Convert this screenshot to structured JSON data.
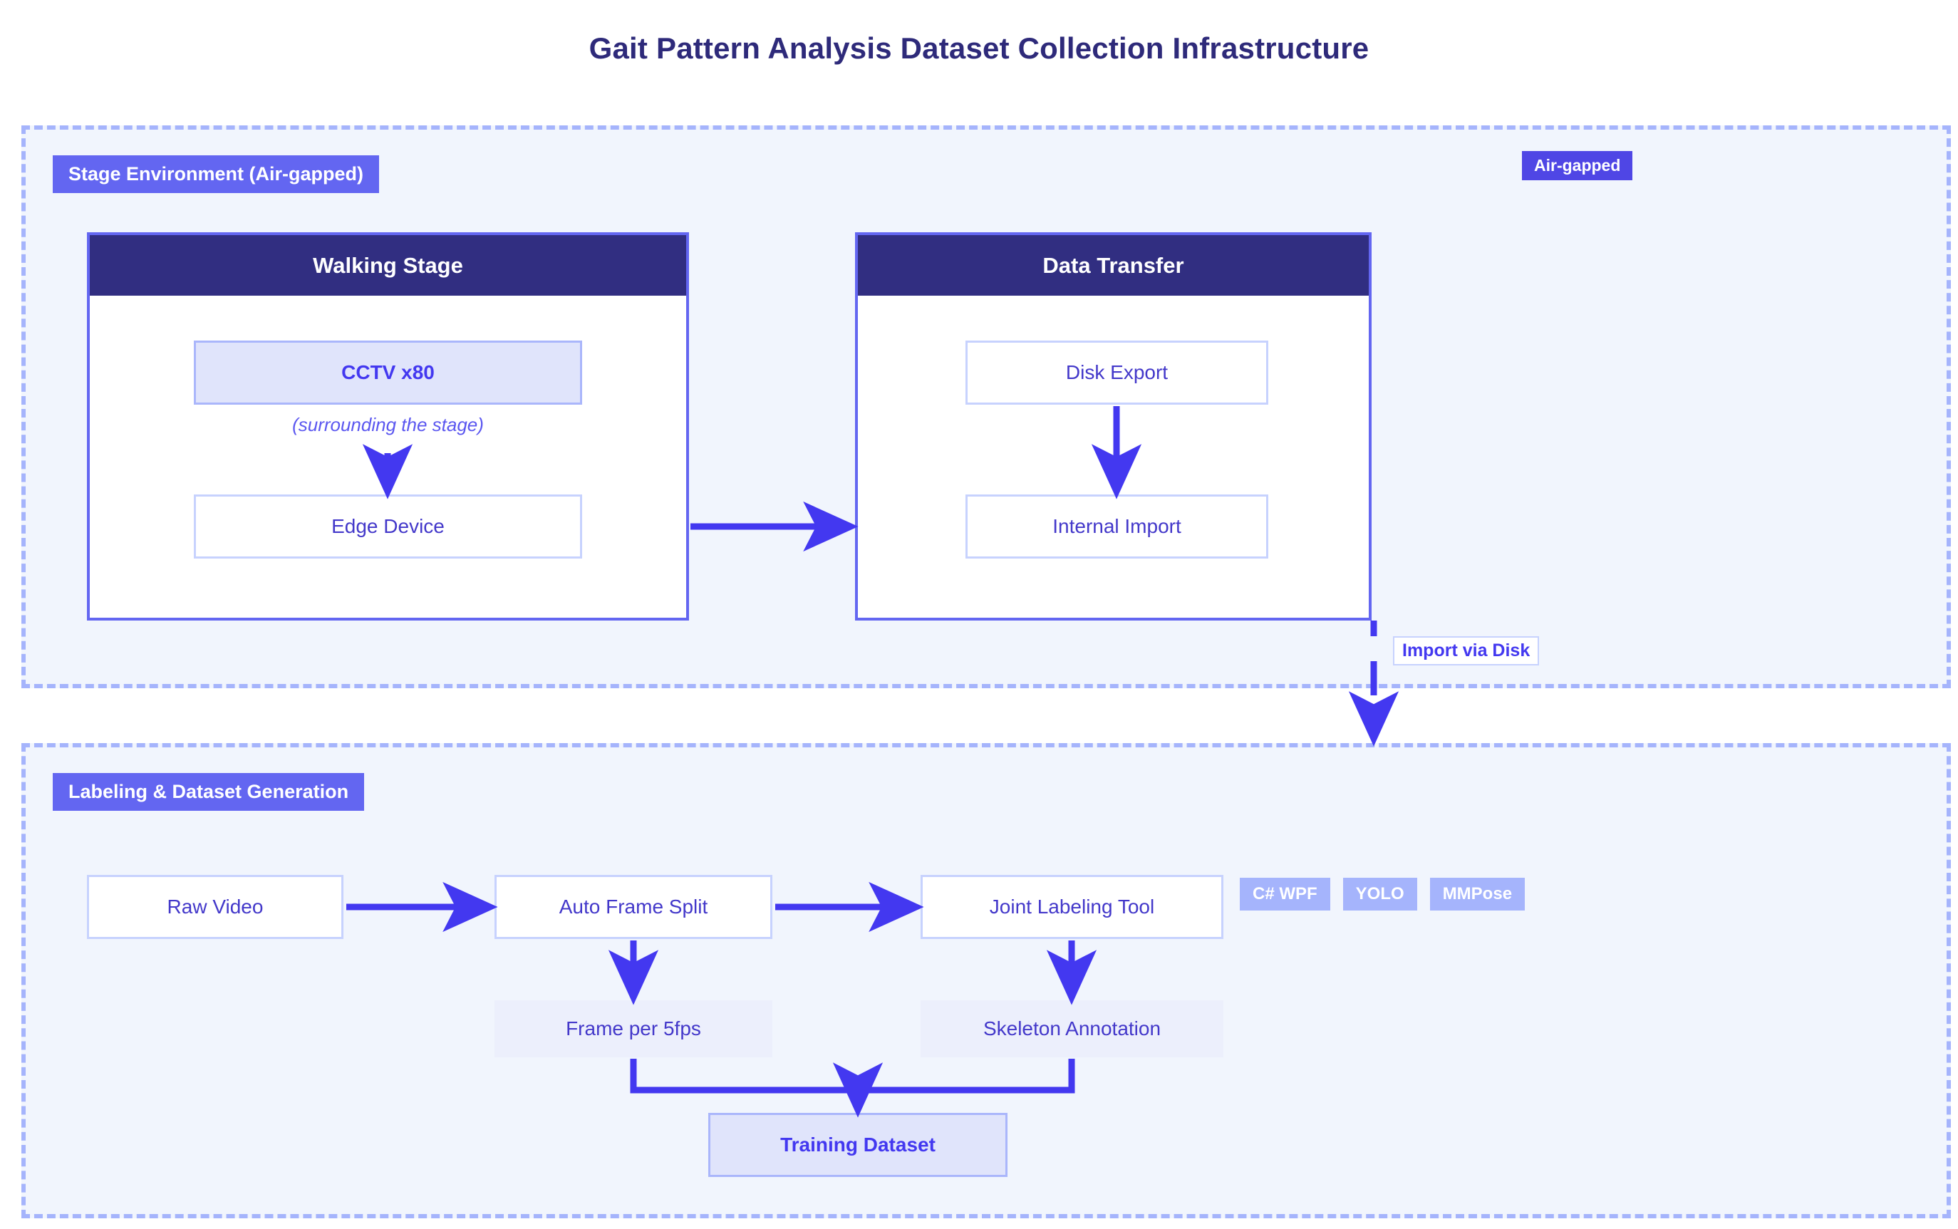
{
  "title": "Gait Pattern Analysis Dataset Collection Infrastructure",
  "colors": {
    "title": "#2e2a7a",
    "section_border": "#a5b4fc",
    "section_fill": "#f1f5fd",
    "section_label_bg": "#6366f1",
    "group_header_bg": "#312e81",
    "group_border": "#6366f1",
    "arrow": "#4338f0",
    "node_text": "#4338ca",
    "accent_node_fill": "#e0e4fb",
    "badge_bg": "#a5b4fc",
    "air_gapped_badge_bg": "#4f46e5"
  },
  "sections": {
    "stage": {
      "label": "Stage Environment (Air-gapped)",
      "badge": "Air-gapped",
      "groups": [
        {
          "header": "Walking Stage",
          "nodes": [
            {
              "label": "CCTV x80",
              "style": "accent"
            },
            {
              "label": "Edge Device",
              "style": "plain"
            }
          ],
          "caption": "(surrounding the stage)"
        },
        {
          "header": "Data Transfer",
          "nodes": [
            {
              "label": "Disk Export",
              "style": "plain"
            },
            {
              "label": "Internal Import",
              "style": "plain"
            }
          ]
        }
      ]
    },
    "labeling": {
      "label": "Labeling & Dataset Generation",
      "nodes": [
        {
          "label": "Raw Video",
          "style": "plain"
        },
        {
          "label": "Auto Frame Split",
          "style": "plain"
        },
        {
          "label": "Joint Labeling Tool",
          "style": "plain"
        },
        {
          "label": "Frame per 5fps",
          "style": "faint"
        },
        {
          "label": "Skeleton Annotation",
          "style": "faint"
        },
        {
          "label": "Training Dataset",
          "style": "accent"
        }
      ],
      "tech_badges": [
        "C# WPF",
        "YOLO",
        "MMPose"
      ]
    }
  },
  "edges": {
    "import_via_disk": "Import via Disk"
  }
}
